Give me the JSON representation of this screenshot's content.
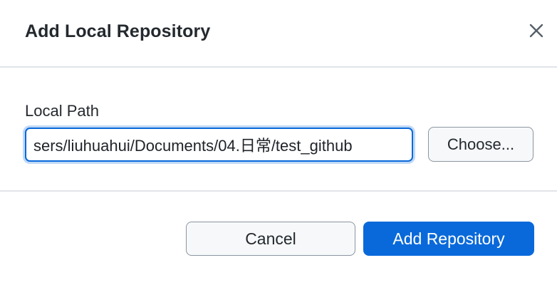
{
  "dialog": {
    "title": "Add Local Repository",
    "close_icon": "close-icon"
  },
  "local_path": {
    "label": "Local Path",
    "value": "sers/liuhuahui/Documents/04.日常/test_github",
    "choose_label": "Choose..."
  },
  "footer": {
    "cancel_label": "Cancel",
    "add_label": "Add Repository"
  },
  "colors": {
    "accent": "#0969da",
    "border": "#e1e4e8",
    "button_bg": "#f6f8fa"
  }
}
